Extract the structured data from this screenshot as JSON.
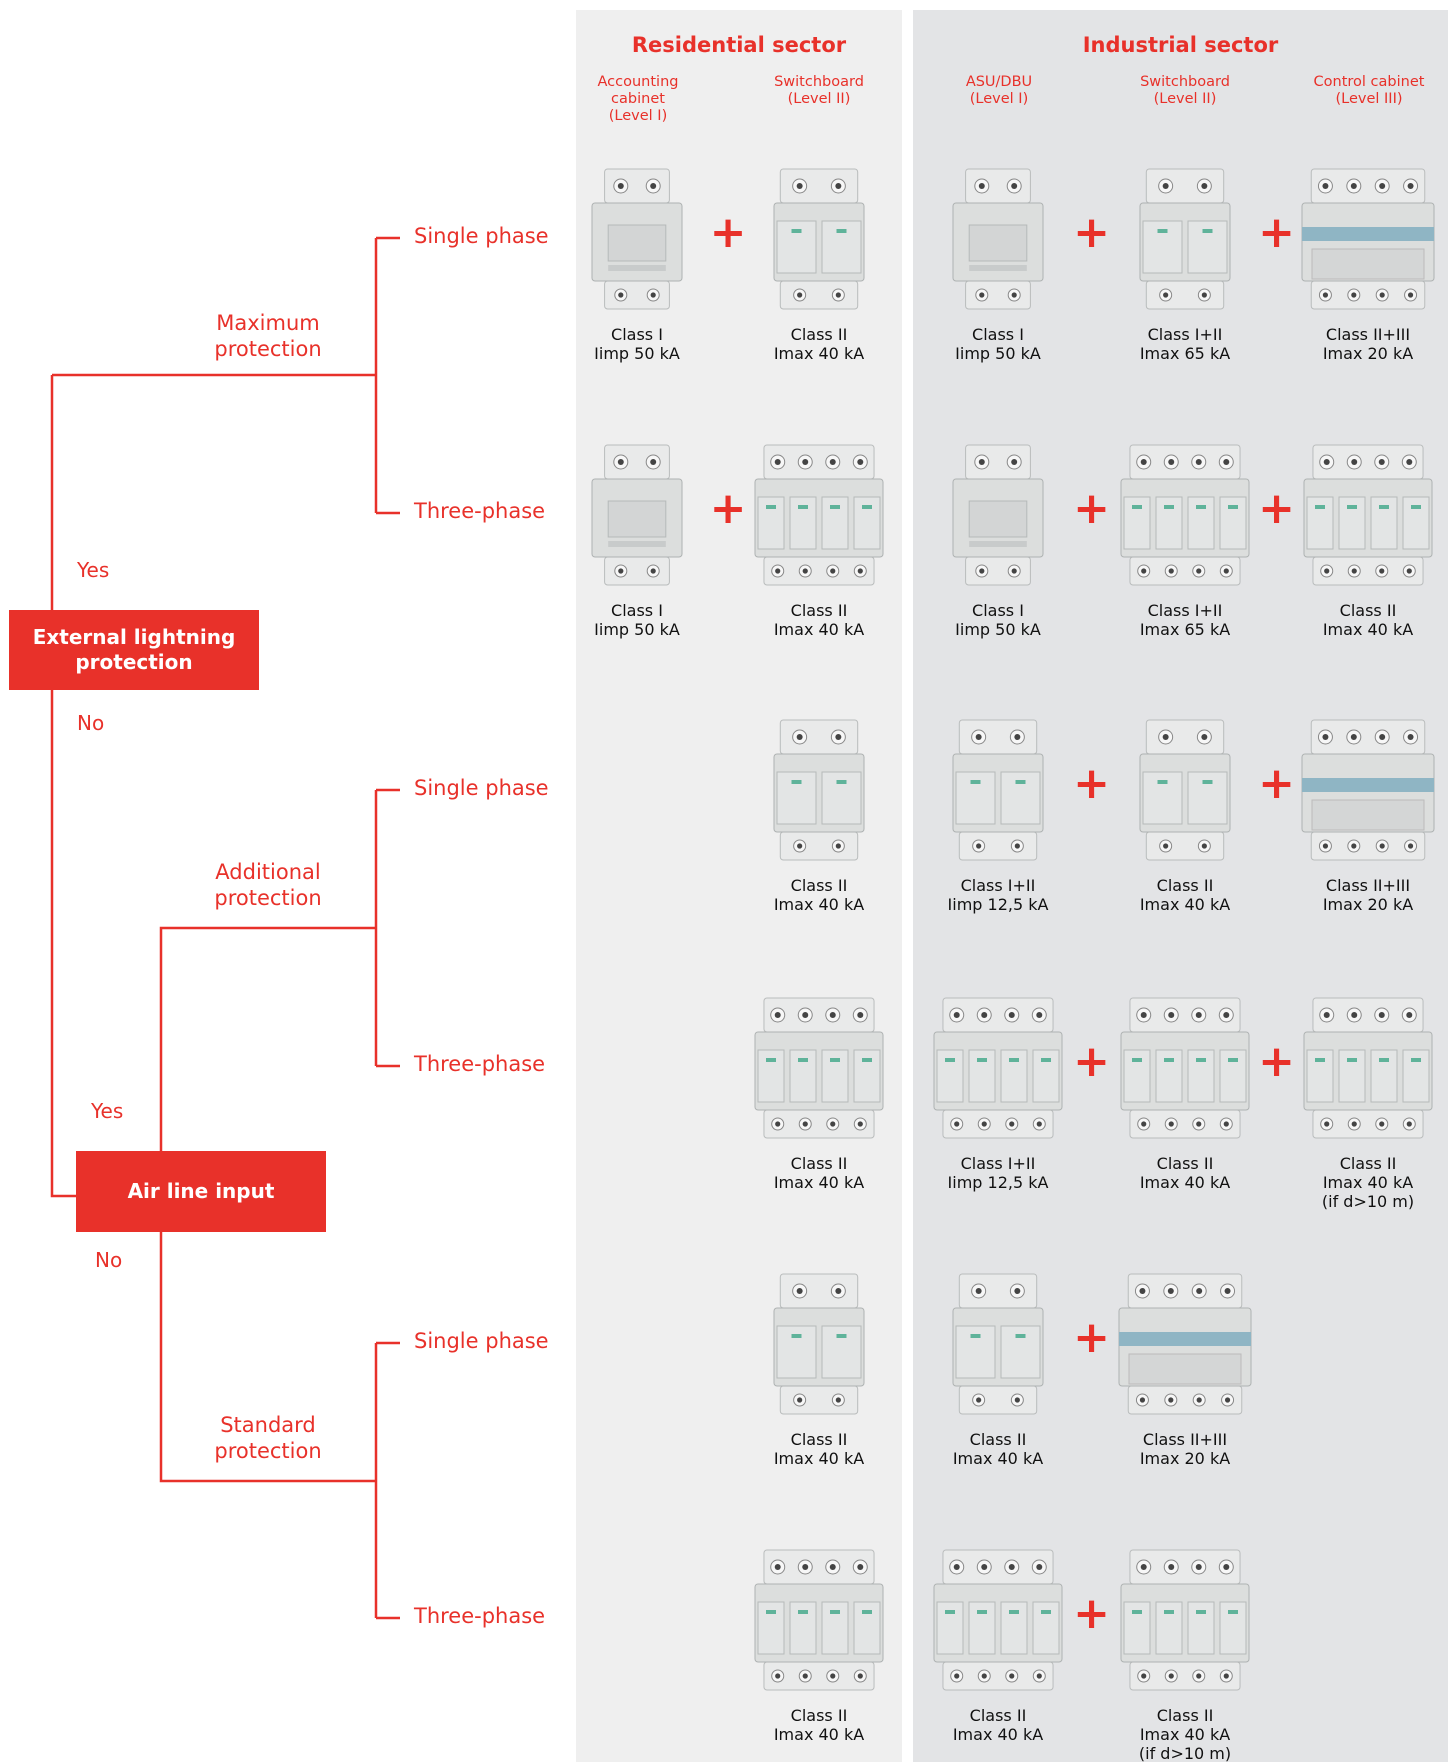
{
  "colors": {
    "accent": "#e8312a",
    "residential_bg": "#efefef",
    "industrial_bg": "#e3e4e6",
    "device_body": "#dcdedd",
    "device_accent_stripe": "#8fb5c4"
  },
  "sectors": {
    "residential": {
      "title": "Residential sector",
      "columns": [
        {
          "label": "Accounting\ncabinet\n(Level I)"
        },
        {
          "label": "Switchboard\n(Level II)"
        }
      ]
    },
    "industrial": {
      "title": "Industrial sector",
      "columns": [
        {
          "label": "ASU/DBU\n(Level I)"
        },
        {
          "label": "Switchboard\n(Level II)"
        },
        {
          "label": "Control cabinet\n(Level III)"
        }
      ]
    }
  },
  "decisions": {
    "external_lightning": {
      "label": "External lightning\nprotection",
      "yes": "Yes",
      "no": "No"
    },
    "air_line_input": {
      "label": "Air line input",
      "yes": "Yes",
      "no": "No"
    }
  },
  "protection_levels": [
    {
      "label": "Maximum\nprotection"
    },
    {
      "label": "Additional\nprotection"
    },
    {
      "label": "Standard\nprotection"
    }
  ],
  "rows": [
    {
      "phase": "Single phase",
      "cells": [
        {
          "icon": "single-pole-spd-icon",
          "caption": "Class I\nIimp 50 kA"
        },
        {
          "icon": "two-pole-spd-icon",
          "caption": "Class II\nImax 40 kA"
        },
        {
          "icon": "single-pole-spd-icon",
          "caption": "Class I\nIimp 50 kA"
        },
        {
          "icon": "two-pole-spd-icon",
          "caption": "Class I+II\nImax 65 kA"
        },
        {
          "icon": "wide-combined-spd-icon",
          "caption": "Class II+III\nImax 20 kA"
        }
      ],
      "plus": [
        "+",
        "+",
        "+"
      ]
    },
    {
      "phase": "Three-phase",
      "cells": [
        {
          "icon": "single-pole-spd-icon",
          "caption": "Class I\nIimp 50 kA"
        },
        {
          "icon": "four-pole-spd-icon",
          "caption": "Class II\nImax 40 kA"
        },
        {
          "icon": "single-pole-spd-icon",
          "caption": "Class I\nIimp 50 kA"
        },
        {
          "icon": "four-pole-spd-icon",
          "caption": "Class I+II\nImax 65 kA"
        },
        {
          "icon": "four-pole-spd-icon",
          "caption": "Class II\nImax 40 kA"
        }
      ],
      "plus": [
        "+",
        "+",
        "+"
      ]
    },
    {
      "phase": "Single phase",
      "cells": [
        null,
        {
          "icon": "two-pole-spd-icon",
          "caption": "Class II\nImax 40 kA"
        },
        {
          "icon": "two-pole-spd-icon",
          "caption": "Class I+II\nIimp 12,5 kA"
        },
        {
          "icon": "two-pole-spd-icon",
          "caption": "Class II\nImax 40 kA"
        },
        {
          "icon": "wide-combined-spd-icon",
          "caption": "Class II+III\nImax 20 kA"
        }
      ],
      "plus": [
        "+",
        "+"
      ]
    },
    {
      "phase": "Three-phase",
      "cells": [
        null,
        {
          "icon": "four-pole-spd-icon",
          "caption": "Class II\nImax 40 kA"
        },
        {
          "icon": "four-pole-spd-icon",
          "caption": "Class I+II\nIimp 12,5 kA"
        },
        {
          "icon": "four-pole-spd-icon",
          "caption": "Class II\nImax 40 kA"
        },
        {
          "icon": "four-pole-spd-icon",
          "caption": "Class II\nImax 40 kA\n(if d>10 m)"
        }
      ],
      "plus": [
        "+",
        "+"
      ]
    },
    {
      "phase": "Single phase",
      "cells": [
        null,
        {
          "icon": "two-pole-spd-icon",
          "caption": "Class II\nImax 40 kA"
        },
        {
          "icon": "two-pole-spd-icon",
          "caption": "Class II\nImax 40 kA"
        },
        {
          "icon": "wide-combined-spd-icon",
          "caption": "Class II+III\nImax 20 kA"
        },
        null
      ],
      "plus": [
        "+"
      ]
    },
    {
      "phase": "Three-phase",
      "cells": [
        null,
        {
          "icon": "four-pole-spd-icon",
          "caption": "Class II\nImax 40 kA"
        },
        {
          "icon": "four-pole-spd-icon",
          "caption": "Class II\nImax 40 kA"
        },
        {
          "icon": "four-pole-spd-icon",
          "caption": "Class II\nImax 40 kA\n(if d>10 m)"
        },
        null
      ],
      "plus": [
        "+"
      ]
    }
  ]
}
